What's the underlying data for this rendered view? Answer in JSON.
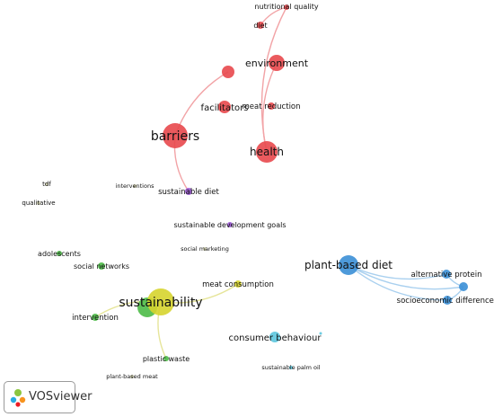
{
  "app": {
    "name": "VOSviewer"
  },
  "colors": {
    "red": "#e8484c",
    "blue": "#3b8fd6",
    "lightblue": "#5cc6de",
    "green": "#4dbb47",
    "yellow": "#d6d42e",
    "purple": "#9b58d6"
  },
  "nodes": [
    {
      "id": "nutritional-quality",
      "label": "nutritional quality",
      "cluster": "red"
    },
    {
      "id": "diet",
      "label": "diet",
      "cluster": "red"
    },
    {
      "id": "environment",
      "label": "environment",
      "cluster": "red"
    },
    {
      "id": "red-unlabeled",
      "label": "",
      "cluster": "red"
    },
    {
      "id": "facilitators",
      "label": "facilitators",
      "cluster": "red"
    },
    {
      "id": "meat-reduction",
      "label": "meat reduction",
      "cluster": "red"
    },
    {
      "id": "barriers",
      "label": "barriers",
      "cluster": "red"
    },
    {
      "id": "health",
      "label": "health",
      "cluster": "red"
    },
    {
      "id": "tdf",
      "label": "tdf",
      "cluster": "other"
    },
    {
      "id": "interventions",
      "label": "interventions",
      "cluster": "other"
    },
    {
      "id": "sustainable-diet",
      "label": "sustainable diet",
      "cluster": "purple"
    },
    {
      "id": "qualitative",
      "label": "qualitative",
      "cluster": "other"
    },
    {
      "id": "sdg",
      "label": "sustainable development goals",
      "cluster": "purple"
    },
    {
      "id": "social-marketing",
      "label": "social marketing",
      "cluster": "other"
    },
    {
      "id": "adolescents",
      "label": "adolescents",
      "cluster": "green"
    },
    {
      "id": "social-networks",
      "label": "social networks",
      "cluster": "green"
    },
    {
      "id": "plant-based-diet",
      "label": "plant-based diet",
      "cluster": "blue"
    },
    {
      "id": "alternative-protein",
      "label": "alternative protein",
      "cluster": "blue"
    },
    {
      "id": "meat-consumption",
      "label": "meat consumption",
      "cluster": "yellow"
    },
    {
      "id": "blue-unlabeled",
      "label": "",
      "cluster": "blue"
    },
    {
      "id": "sustainability",
      "label": "sustainability",
      "cluster": "yellow"
    },
    {
      "id": "socioeconomic-differences",
      "label": "socioeconomic differences",
      "cluster": "blue"
    },
    {
      "id": "intervention",
      "label": "intervention",
      "cluster": "green"
    },
    {
      "id": "consumer-behaviour",
      "label": "consumer behaviour",
      "cluster": "lightblue"
    },
    {
      "id": "plastic-waste",
      "label": "plastic waste",
      "cluster": "green"
    },
    {
      "id": "sustainable-palm-oil",
      "label": "sustainable palm oil",
      "cluster": "lightblue"
    },
    {
      "id": "plant-based-meat",
      "label": "plant-based meat",
      "cluster": "other"
    }
  ],
  "links": [
    [
      "nutritional-quality",
      "diet"
    ],
    [
      "nutritional-quality",
      "health"
    ],
    [
      "environment",
      "health"
    ],
    [
      "red-unlabeled",
      "barriers"
    ],
    [
      "barriers",
      "sustainable-diet"
    ],
    [
      "plant-based-diet",
      "alternative-protein"
    ],
    [
      "plant-based-diet",
      "socioeconomic-differences"
    ],
    [
      "plant-based-diet",
      "blue-unlabeled"
    ],
    [
      "alternative-protein",
      "blue-unlabeled"
    ],
    [
      "socioeconomic-differences",
      "blue-unlabeled"
    ],
    [
      "sustainability",
      "meat-consumption"
    ],
    [
      "sustainability",
      "intervention"
    ],
    [
      "sustainability",
      "plastic-waste"
    ]
  ]
}
